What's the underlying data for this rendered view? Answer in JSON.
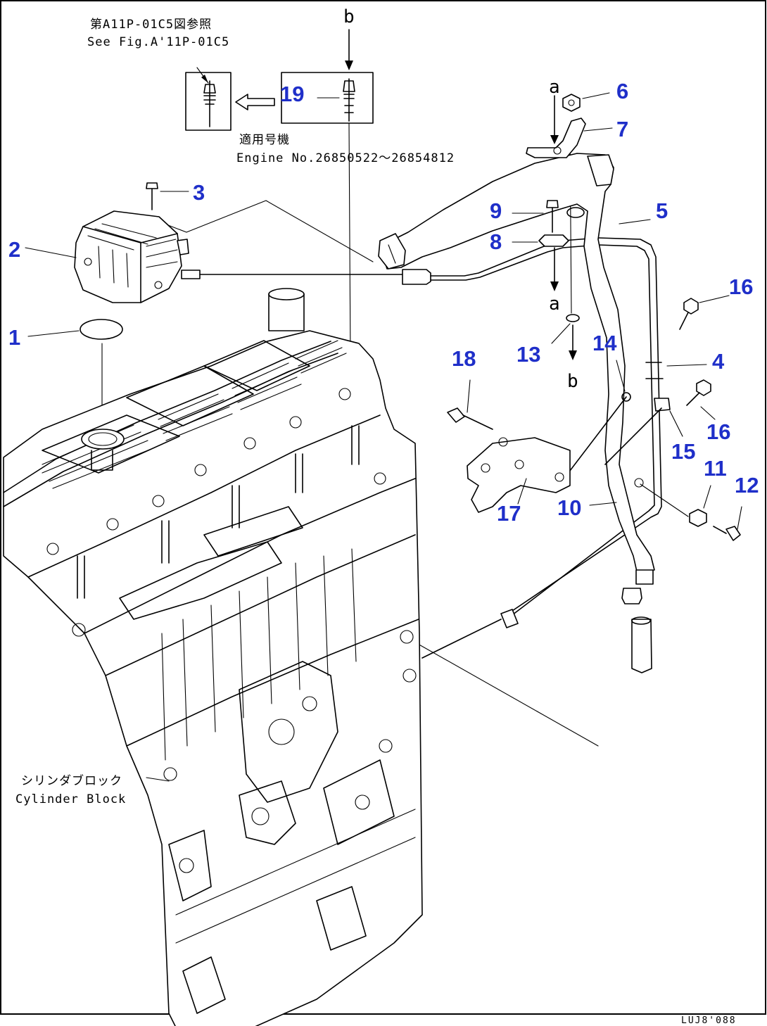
{
  "notes": {
    "fig_ref_jp": "第A11P-01C5図参照",
    "fig_ref_en": "See Fig.A'11P-01C5",
    "applicable_jp": "適用号機",
    "engine_no": "Engine No.26850522～26854812",
    "cylinder_block_jp": "シリンダブロック",
    "cylinder_block_en": "Cylinder Block"
  },
  "view_letters": {
    "b_top": "b",
    "a_top": "a",
    "a_bottom": "a",
    "b_bottom": "b"
  },
  "callouts": [
    "1",
    "2",
    "3",
    "4",
    "5",
    "6",
    "7",
    "8",
    "9",
    "10",
    "11",
    "12",
    "13",
    "14",
    "15",
    "16",
    "16",
    "17",
    "18",
    "19"
  ],
  "drawing_code": "LUJ8'088",
  "colors": {
    "callout": "#1f2fc9",
    "line": "#000000"
  }
}
